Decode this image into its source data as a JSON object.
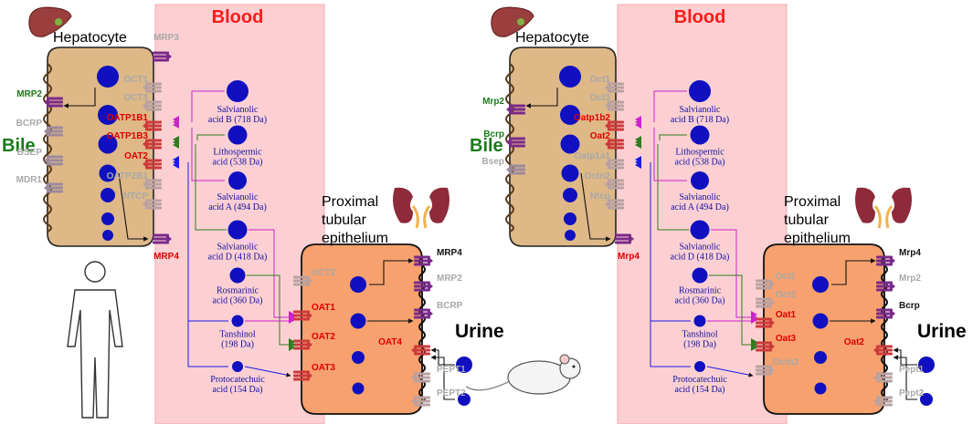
{
  "panels": [
    {
      "blood": "Blood",
      "hepatocyte": "Hepatocyte",
      "bile": "Bile",
      "urine": "Urine",
      "tubule": [
        "Proximal",
        "tubular",
        "epithelium"
      ],
      "liver_sinusoid_transporters": [
        "OCT1",
        "OCT3",
        "OATP1B1",
        "OATP1B3",
        "OAT2",
        "OATP2B1",
        "NTCP"
      ],
      "liver_efflux_top": "MRP3",
      "liver_efflux_bottom": "MRP4",
      "canalicular_transporters": [
        "MRP2",
        "BCRP",
        "BSEP",
        "MDR1"
      ],
      "kidney_basolateral": [
        "OCT2",
        "OAT1",
        "OAT2",
        "OAT3"
      ],
      "kidney_apical": [
        "MRP4",
        "MRP2",
        "BCRP",
        "OAT4",
        "PEPT1",
        "PEPT2"
      ],
      "compounds": [
        {
          "name": "Salvianolic",
          "detail": "acid B (718 Da)"
        },
        {
          "name": "Lithospermic",
          "detail": "acid (538 Da)"
        },
        {
          "name": "Salvianolic",
          "detail": "acid A (494 Da)"
        },
        {
          "name": "Salvianolic",
          "detail": "acid D (418 Da)"
        },
        {
          "name": "Rosmarinic",
          "detail": "acid (360 Da)"
        },
        {
          "name": "Tanshinol",
          "detail": "(198 Da)"
        },
        {
          "name": "Protocatechuic",
          "detail": "acid (154 Da)"
        }
      ]
    },
    {
      "blood": "Blood",
      "hepatocyte": "Hepatocyte",
      "bile": "Bile",
      "urine": "Urine",
      "tubule": [
        "Proximal",
        "tubular",
        "epithelium"
      ],
      "liver_sinusoid_transporters": [
        "Oct1",
        "Oct3",
        "Oatp1b2",
        "Oat2",
        "Oatp1a1",
        "Octn2",
        "Ntcp"
      ],
      "liver_efflux_top": "",
      "liver_efflux_bottom": "Mrp4",
      "canalicular_transporters": [
        "Mrp2",
        "Bcrp",
        "Bsep"
      ],
      "kidney_basolateral": [
        "Oct1",
        "Oct2",
        "Oat1",
        "Oat3",
        "Octn2"
      ],
      "kidney_apical": [
        "Mrp4",
        "Mrp2",
        "Bcrp",
        "Oat2",
        "Pept1",
        "Pept2"
      ],
      "compounds": [
        {
          "name": "Salvianolic",
          "detail": "acid B (718 Da)"
        },
        {
          "name": "Lithospermic",
          "detail": "acid (538 Da)"
        },
        {
          "name": "Salvianolic",
          "detail": "acid A (494 Da)"
        },
        {
          "name": "Salvianolic",
          "detail": "acid D (418 Da)"
        },
        {
          "name": "Rosmarinic",
          "detail": "acid (360 Da)"
        },
        {
          "name": "Tanshinol",
          "detail": "(198 Da)"
        },
        {
          "name": "Protocatechuic",
          "detail": "acid (154 Da)"
        }
      ]
    }
  ],
  "colors": {
    "blood_bg": "#fcd0d3",
    "blood_border": "#f3a7ad",
    "hepatocyte_fill": "#deb887",
    "tubule_fill": "#f7a16e",
    "compound": "#1010c0",
    "label_red": "#e00000",
    "label_green": "#1a7a1a",
    "label_gray": "#a8a8a8",
    "line_magenta": "#cc22cc",
    "line_green": "#2e7d1e",
    "line_blue": "#1a1ae6",
    "transporter_purple": "#7a2a8a",
    "transporter_red": "#cc3a3a",
    "compound_text": "#1010a0"
  },
  "icons": [
    "liver-icon",
    "kidney-icon",
    "human-silhouette-icon",
    "rat-icon"
  ]
}
